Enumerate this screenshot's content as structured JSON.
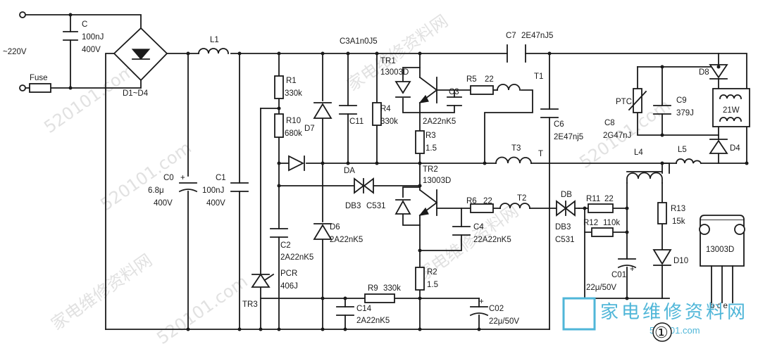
{
  "schematic": {
    "input": {
      "voltage_label": "~220V",
      "fuse_label": "Fuse"
    },
    "components": {
      "c_in": {
        "ref": "C",
        "value": "100nJ",
        "rating": "400V"
      },
      "bridge": {
        "ref": "D1~D4"
      },
      "l1": {
        "ref": "L1"
      },
      "c0": {
        "ref": "C0",
        "value": "6.8μ",
        "rating": "400V"
      },
      "c1": {
        "ref": "C1",
        "value": "100nJ",
        "rating": "400V"
      },
      "r1": {
        "ref": "R1",
        "value": "330k"
      },
      "r10": {
        "ref": "R10",
        "value": "680k"
      },
      "c2": {
        "ref": "C2",
        "value": "2A22nK5"
      },
      "pcr": {
        "ref": "PCR",
        "value": "406J"
      },
      "tr3": {
        "ref": "TR3"
      },
      "d7": {
        "ref": "D7"
      },
      "d6": {
        "ref": "D6",
        "value": "2A22nK5"
      },
      "c3_top": {
        "text": "C3A1n0J5"
      },
      "c11": {
        "ref": "C11"
      },
      "r4": {
        "ref": "R4",
        "value": "330k"
      },
      "da": {
        "ref": "DA"
      },
      "tr1": {
        "ref": "TR1",
        "value": "13003D"
      },
      "r5": {
        "ref": "R5",
        "value": "22"
      },
      "c3": {
        "ref": "C3",
        "value": "2A22nK5"
      },
      "t1": {
        "ref": "T1"
      },
      "r3": {
        "ref": "R3",
        "value": "1.5"
      },
      "t3": {
        "ref": "T3"
      },
      "t_tap": {
        "ref": "T"
      },
      "c7": {
        "ref": "C7",
        "value": "2E47nJ5"
      },
      "c6": {
        "ref": "C6",
        "value": "2E47nj5"
      },
      "tr2": {
        "ref": "TR2",
        "value": "13003D"
      },
      "db3_a": {
        "ref": "DB3",
        "value": "C531"
      },
      "r6": {
        "ref": "R6",
        "value": "22"
      },
      "t2": {
        "ref": "T2"
      },
      "c4": {
        "ref": "C4",
        "value": "22A22nK5"
      },
      "r2": {
        "ref": "R2",
        "value": "1.5"
      },
      "r9": {
        "ref": "R9",
        "value": "330k"
      },
      "c14": {
        "ref": "C14",
        "value": "2A22nK5"
      },
      "c02": {
        "ref": "C02",
        "value": "22μ/50V"
      },
      "db": {
        "ref": "DB"
      },
      "db3_b": {
        "ref": "DB3",
        "value": "C531"
      },
      "r11": {
        "ref": "R11",
        "value": "22"
      },
      "r12": {
        "ref": "R12",
        "value": "110k"
      },
      "c01": {
        "ref": "C01",
        "value": "22μ/50V"
      },
      "l4": {
        "ref": "L4"
      },
      "l5": {
        "ref": "L5"
      },
      "r13": {
        "ref": "R13",
        "value": "15k"
      },
      "d10": {
        "ref": "D10"
      },
      "d8": {
        "ref": "D8"
      },
      "d4": {
        "ref": "D4"
      },
      "ptc": {
        "ref": "PTC"
      },
      "c9": {
        "ref": "C9",
        "value": "379J"
      },
      "c8": {
        "ref": "C8",
        "value": "2G47nJ"
      },
      "lamp": {
        "value": "21W"
      },
      "transistor_pkg": {
        "part": "13003D",
        "pins": "b c e"
      }
    },
    "figure_number": "①"
  },
  "watermarks": {
    "chinese": "家电维修资料网",
    "url": "520101.com"
  },
  "branding": {
    "name": "家电维修资料网",
    "url": "520101.com"
  }
}
